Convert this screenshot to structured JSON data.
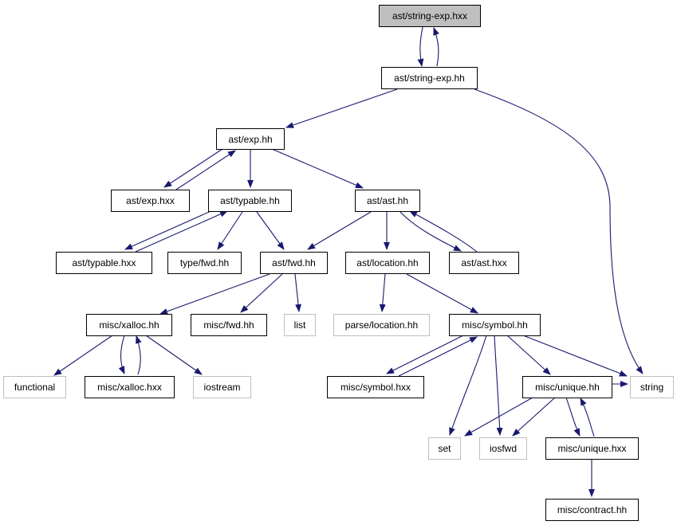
{
  "colors": {
    "edge": "#191970",
    "root_fill": "#bfbfbf",
    "system_border": "#bfbfbf"
  },
  "nodes": {
    "string_exp_hxx": "ast/string-exp.hxx",
    "string_exp_hh": "ast/string-exp.hh",
    "exp_hh": "ast/exp.hh",
    "exp_hxx": "ast/exp.hxx",
    "typable_hh": "ast/typable.hh",
    "ast_hh": "ast/ast.hh",
    "typable_hxx": "ast/typable.hxx",
    "type_fwd_hh": "type/fwd.hh",
    "ast_fwd_hh": "ast/fwd.hh",
    "location_hh": "ast/location.hh",
    "ast_hxx": "ast/ast.hxx",
    "xalloc_hh": "misc/xalloc.hh",
    "misc_fwd_hh": "misc/fwd.hh",
    "list": "list",
    "parse_location_hh": "parse/location.hh",
    "symbol_hh": "misc/symbol.hh",
    "functional": "functional",
    "xalloc_hxx": "misc/xalloc.hxx",
    "iostream": "iostream",
    "symbol_hxx": "misc/symbol.hxx",
    "unique_hh": "misc/unique.hh",
    "string": "string",
    "set": "set",
    "iosfwd": "iosfwd",
    "unique_hxx": "misc/unique.hxx",
    "contract_hh": "misc/contract.hh"
  }
}
